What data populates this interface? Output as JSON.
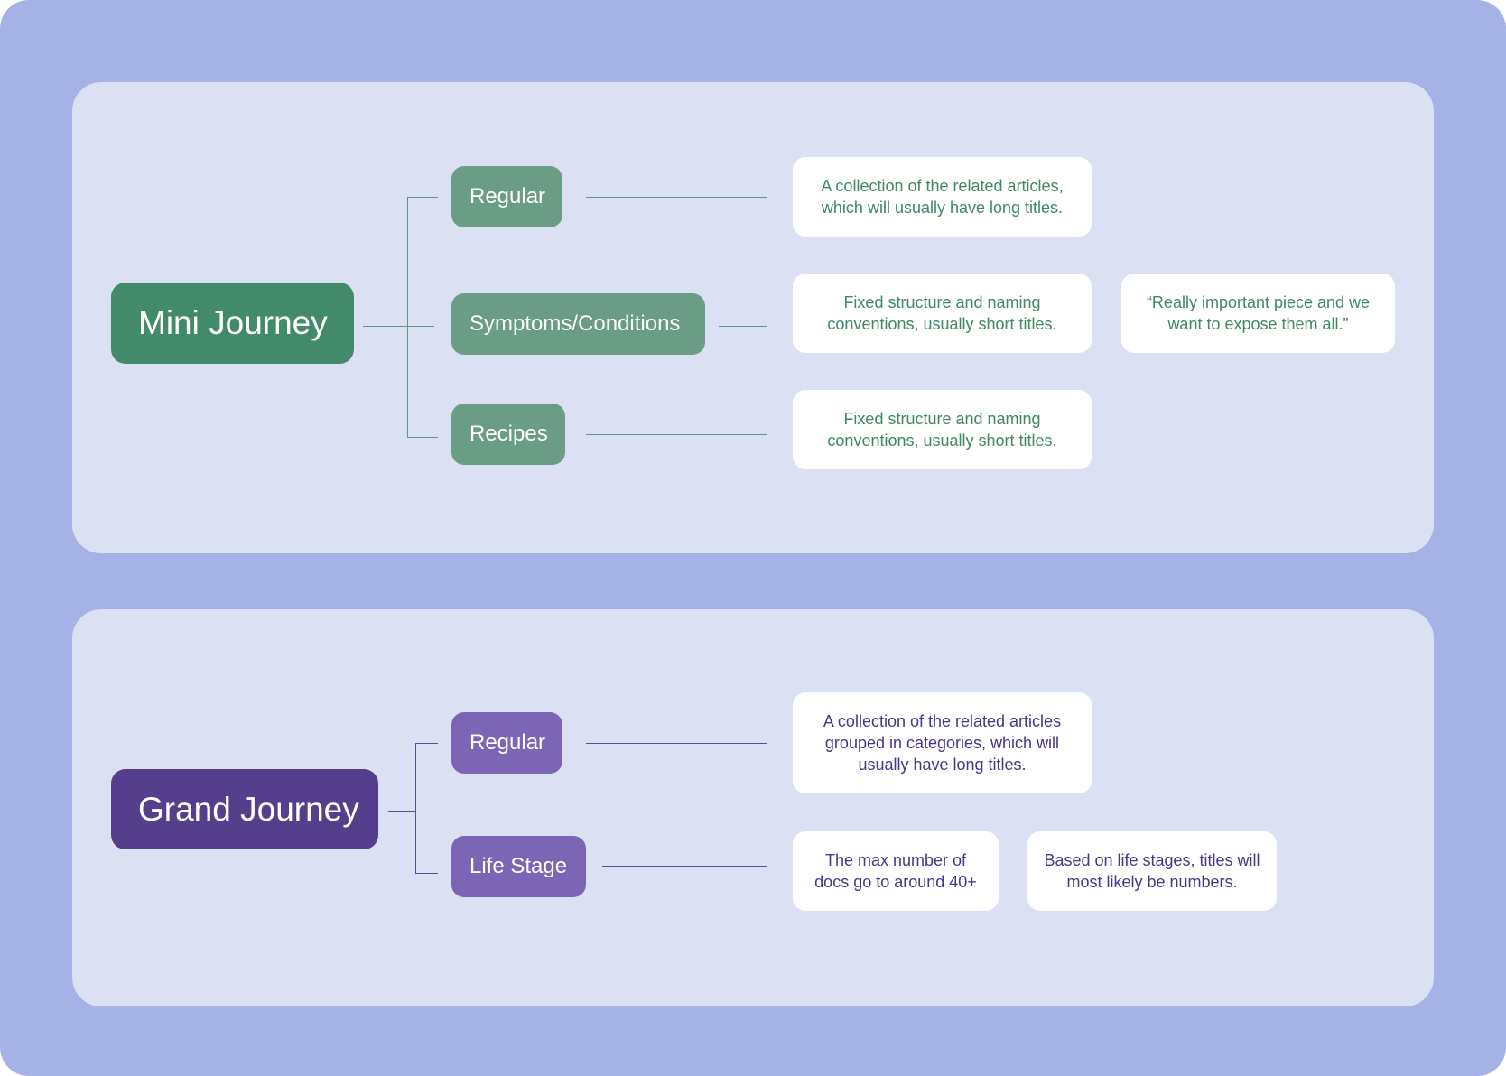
{
  "mini": {
    "root": "Mini Journey",
    "branches": [
      {
        "label": "Regular",
        "notes": [
          "A collection of the related articles, which will usually have long titles."
        ]
      },
      {
        "label": "Symptoms/Conditions",
        "notes": [
          "Fixed structure and naming conventions, usually short titles.",
          "“Really important piece and we want to expose them all.”"
        ]
      },
      {
        "label": "Recipes",
        "notes": [
          "Fixed structure and naming conventions, usually short titles."
        ]
      }
    ]
  },
  "grand": {
    "root": "Grand Journey",
    "branches": [
      {
        "label": "Regular",
        "notes": [
          "A collection of the related articles grouped in categories, which will usually have long titles."
        ]
      },
      {
        "label": "Life Stage",
        "notes": [
          "The max number of docs go to around 40+",
          "Based on life stages, titles will most likely be numbers."
        ]
      }
    ]
  },
  "colors": {
    "background": "#a5b2e5",
    "panel": "#dbe0f3",
    "green_root": "#438a6a",
    "green_child": "#6b9c86",
    "green_text": "#3f8863",
    "purple_root": "#553f8c",
    "purple_child": "#7c65b4",
    "purple_text": "#4b3489"
  }
}
